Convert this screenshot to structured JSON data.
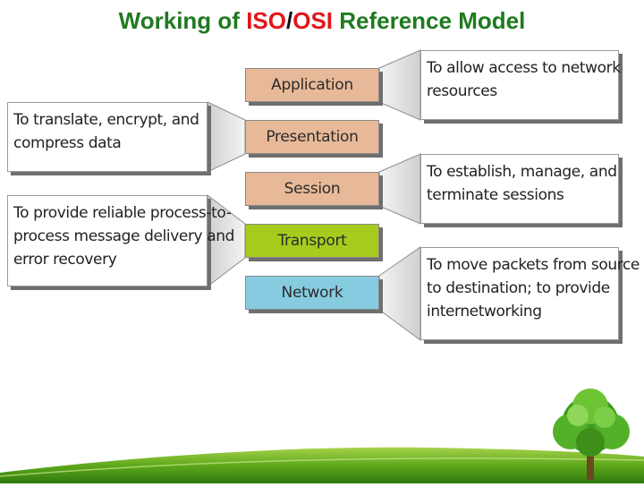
{
  "title": {
    "part1": "Working of ",
    "part2": "ISO",
    "part3": "/",
    "part4": "OSI",
    "part5": " Reference Model"
  },
  "layers": [
    {
      "label": "Application",
      "color": "#e8b998"
    },
    {
      "label": "Presentation",
      "color": "#e8b998"
    },
    {
      "label": "Session",
      "color": "#e8b998"
    },
    {
      "label": "Transport",
      "color": "#a6cc1d"
    },
    {
      "label": "Network",
      "color": "#86cbe0"
    }
  ],
  "descriptions": {
    "application": [
      "To allow access to network",
      "resources"
    ],
    "presentation": [
      "To translate, encrypt, and",
      "compress data"
    ],
    "session": [
      "To establish, manage, and",
      "terminate sessions"
    ],
    "transport": [
      "To provide reliable process-to-",
      "process message delivery and",
      "error recovery"
    ],
    "network": [
      "To move packets from source",
      "to destination; to provide",
      "internetworking"
    ]
  }
}
